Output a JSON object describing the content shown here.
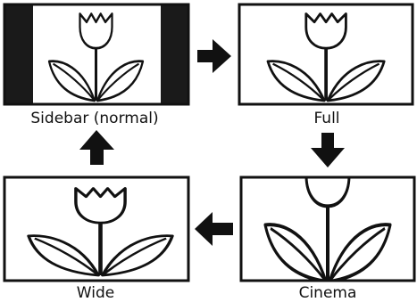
{
  "modes": [
    {
      "key": "sidebar",
      "label": "Sidebar (normal)"
    },
    {
      "key": "full",
      "label": "Full"
    },
    {
      "key": "cinema",
      "label": "Cinema"
    },
    {
      "key": "wide",
      "label": "Wide"
    }
  ],
  "flow": [
    "sidebar",
    "full",
    "cinema",
    "wide",
    "sidebar"
  ],
  "colors": {
    "stroke": "#111111",
    "fill": "#ffffff",
    "bar": "#1a1a1a"
  },
  "icons": [
    "tulip-icon",
    "arrow-right-icon",
    "arrow-down-icon",
    "arrow-left-icon",
    "arrow-up-icon"
  ]
}
